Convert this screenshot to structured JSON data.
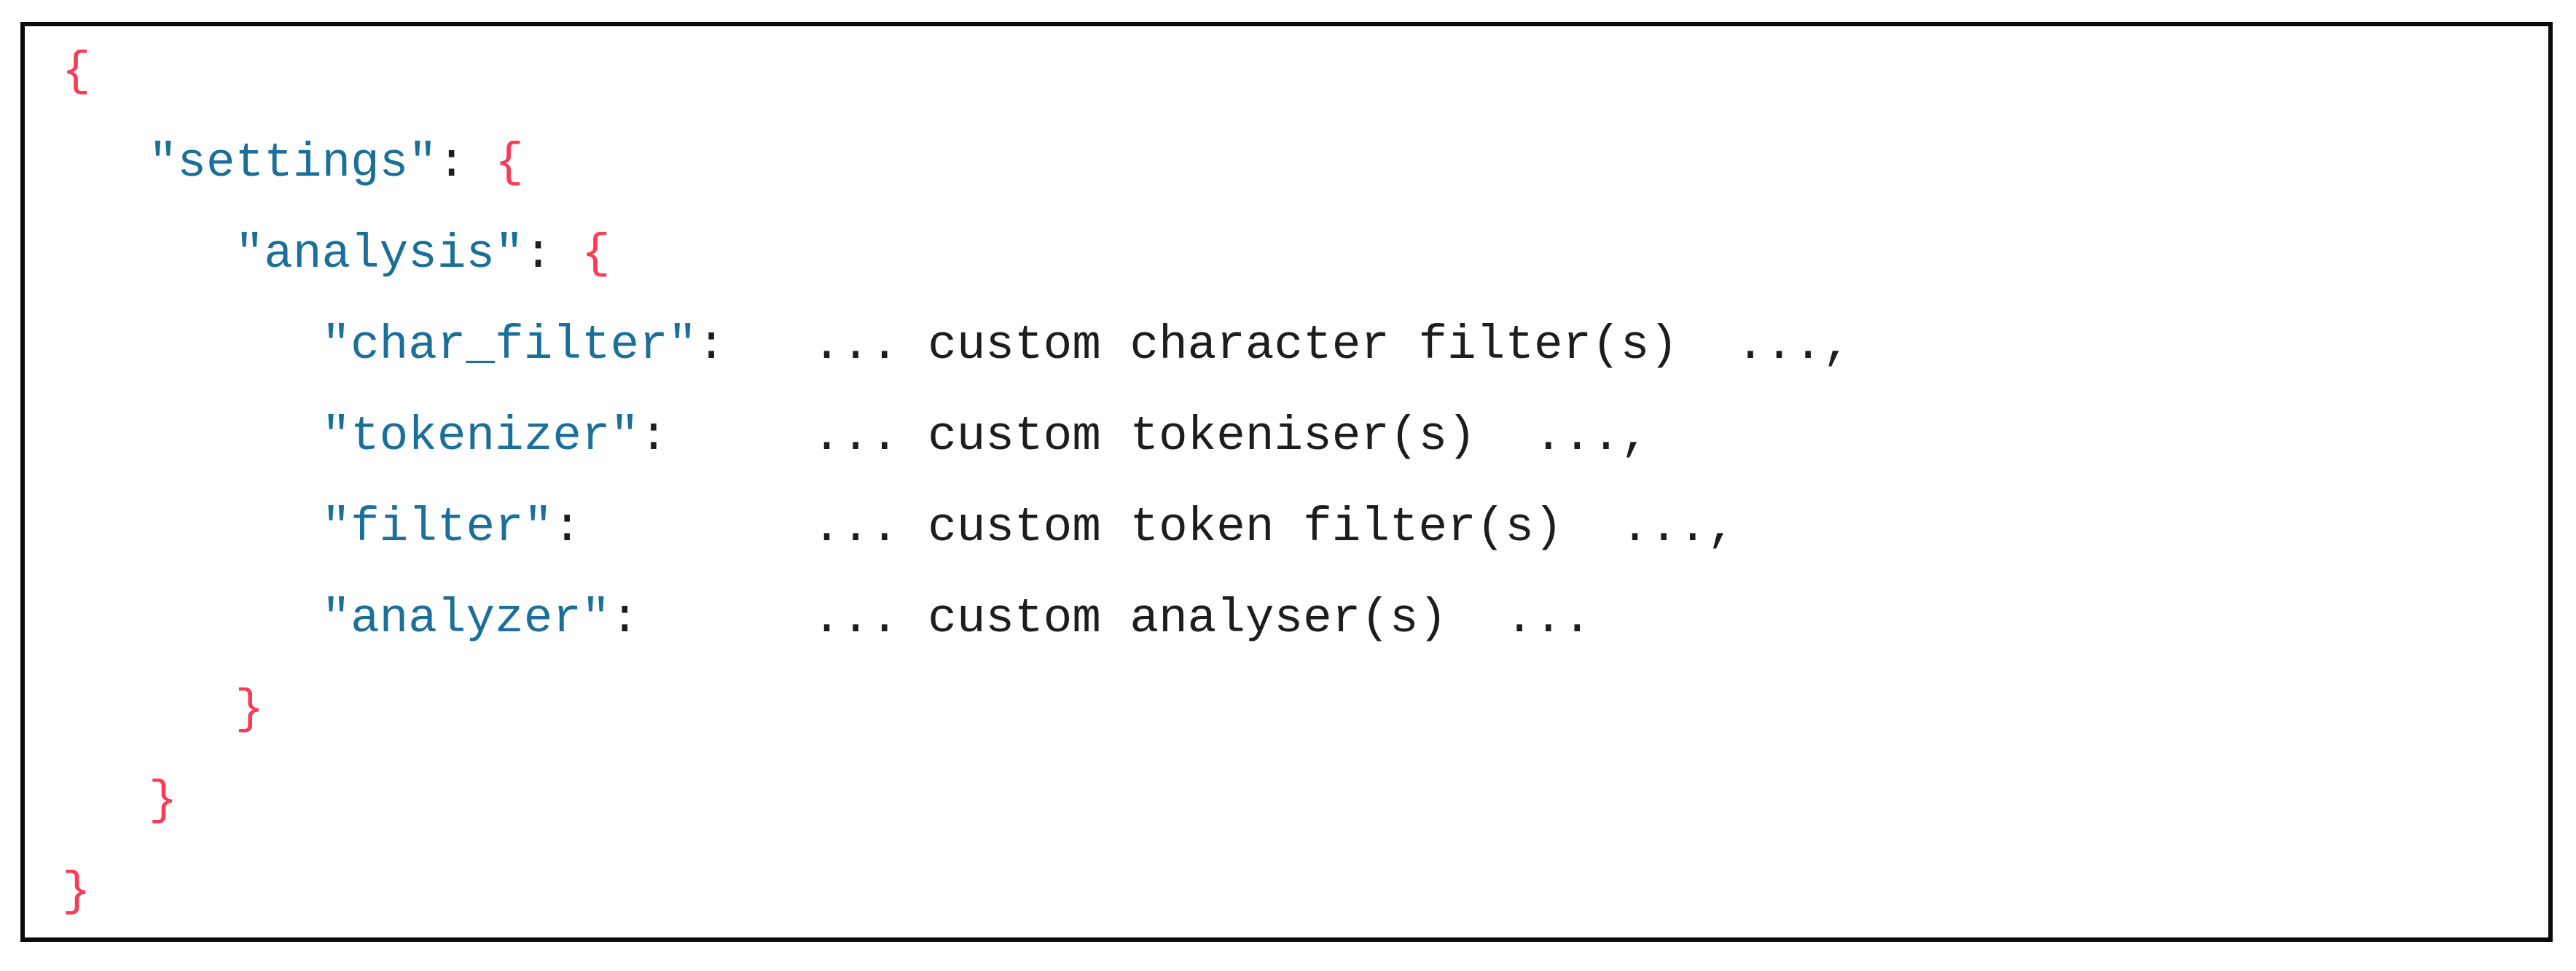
{
  "code_block": {
    "language": "json",
    "description": "index settings analysis configuration snippet",
    "colors": {
      "string": "#1b6f99",
      "brace": "#fb3b56",
      "plain": "#1d1d1d",
      "border": "#0a0a0a",
      "background": "#ffffff"
    },
    "lines": [
      {
        "tokens": [
          {
            "text": "{",
            "type": "brace"
          }
        ]
      },
      {
        "tokens": [
          {
            "text": "   ",
            "type": "plain"
          },
          {
            "text": "\"settings\"",
            "type": "string"
          },
          {
            "text": ": ",
            "type": "plain"
          },
          {
            "text": "{",
            "type": "brace"
          }
        ]
      },
      {
        "tokens": [
          {
            "text": "      ",
            "type": "plain"
          },
          {
            "text": "\"analysis\"",
            "type": "string"
          },
          {
            "text": ": ",
            "type": "plain"
          },
          {
            "text": "{",
            "type": "brace"
          }
        ]
      },
      {
        "tokens": [
          {
            "text": "         ",
            "type": "plain"
          },
          {
            "text": "\"char_filter\"",
            "type": "string"
          },
          {
            "text": ":   ... custom character filter(s)  ...,",
            "type": "plain"
          }
        ]
      },
      {
        "tokens": [
          {
            "text": "         ",
            "type": "plain"
          },
          {
            "text": "\"tokenizer\"",
            "type": "string"
          },
          {
            "text": ":     ... custom tokeniser(s)  ...,",
            "type": "plain"
          }
        ]
      },
      {
        "tokens": [
          {
            "text": "         ",
            "type": "plain"
          },
          {
            "text": "\"filter\"",
            "type": "string"
          },
          {
            "text": ":        ... custom token filter(s)  ...,",
            "type": "plain"
          }
        ]
      },
      {
        "tokens": [
          {
            "text": "         ",
            "type": "plain"
          },
          {
            "text": "\"analyzer\"",
            "type": "string"
          },
          {
            "text": ":      ... custom analyser(s)  ...",
            "type": "plain"
          }
        ]
      },
      {
        "tokens": [
          {
            "text": "      ",
            "type": "plain"
          },
          {
            "text": "}",
            "type": "brace"
          }
        ]
      },
      {
        "tokens": [
          {
            "text": "   ",
            "type": "plain"
          },
          {
            "text": "}",
            "type": "brace"
          }
        ]
      },
      {
        "tokens": [
          {
            "text": "}",
            "type": "brace"
          }
        ]
      }
    ]
  }
}
